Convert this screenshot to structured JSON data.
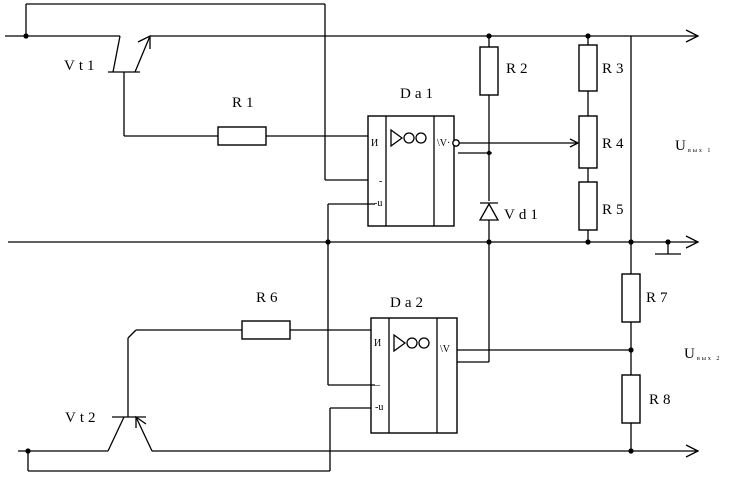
{
  "components": {
    "vt1": "Vt1",
    "vt2": "Vt2",
    "r1": "R1",
    "r2": "R2",
    "r3": "R3",
    "r4": "R4",
    "r5": "R5",
    "r6": "R6",
    "r7": "R7",
    "r8": "R8",
    "vd1": "Vd1",
    "da1": "Da1",
    "da2": "Da2"
  },
  "opamp": {
    "inv_pin": "И",
    "ninv_pin": "-",
    "ninv_pin2": "–",
    "u_pin": "-u",
    "out_pin1": "\\V·",
    "out_pin2": "\\V"
  },
  "outputs": {
    "u_symbol": "U",
    "u1_sub": "вых 1",
    "u2_sub": "вых 2"
  }
}
